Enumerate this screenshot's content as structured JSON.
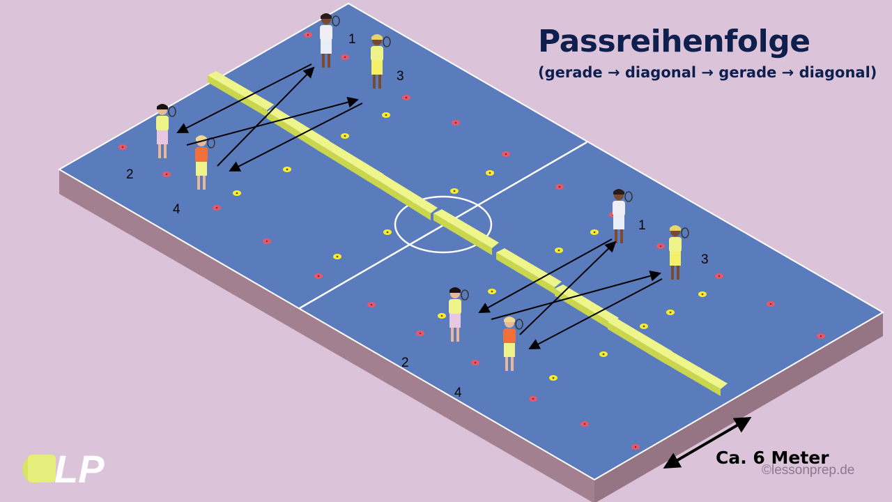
{
  "title": "Passreihenfolge",
  "subtitle": "(gerade → diagonal → gerade → diagonal)",
  "distance_label": "Ca. 6 Meter",
  "copyright": "©lessonprep.de",
  "logo": "LP",
  "player_numbers": {
    "group_a": [
      "1",
      "2",
      "3",
      "4"
    ],
    "group_b": [
      "1",
      "2",
      "3",
      "4"
    ]
  },
  "colors": {
    "background": "#dbc3da",
    "court": "#5a7cbc",
    "court_side": "#a3808f",
    "bench": "#e5f27a",
    "title": "#0e1f4d",
    "cone_red": "#e8586a",
    "cone_yellow": "#f5ee2a"
  }
}
